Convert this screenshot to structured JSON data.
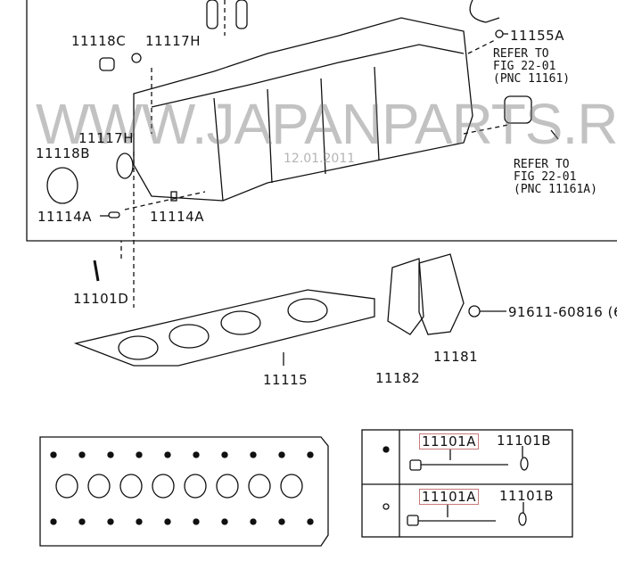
{
  "labels": {
    "p11118C": "11118C",
    "p11117H_top": "11117H",
    "p11155A": "11155A",
    "p11117H": "11117H",
    "p11118B": "11118B",
    "p11114A_left": "11114A",
    "p11114A_right": "11114A",
    "p11101D": "11101D",
    "p91611": "91611-60816 (6",
    "p11181": "11181",
    "p11115": "11115",
    "p11182": "11182"
  },
  "refs": {
    "ref1": "REFER TO\nFIG 22-01\n(PNC 11161)",
    "ref2": "REFER TO\nFIG 22-01\n(PNC 11161A)"
  },
  "watermark": "WWW.JAPANPARTS.RU",
  "date": "12.01.2011",
  "bolt_table": {
    "rows": [
      {
        "marker": "filled-dot",
        "bolt": "11101A",
        "washer": "11101B"
      },
      {
        "marker": "ring-dot",
        "bolt": "11101A",
        "washer": "11101B"
      }
    ]
  }
}
